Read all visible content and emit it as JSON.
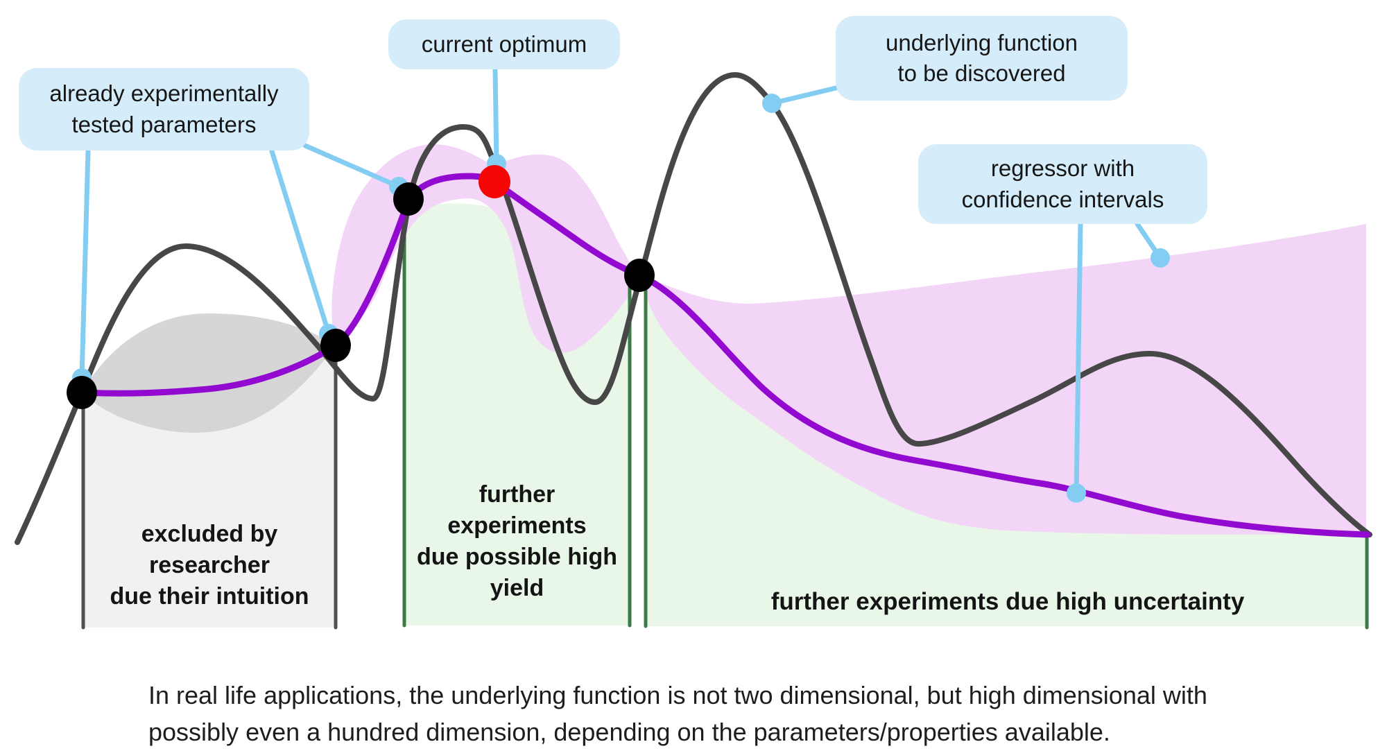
{
  "callouts": {
    "tested_params": {
      "label": "already experimentally\ntested parameters"
    },
    "current_optimum": {
      "label": "current optimum"
    },
    "underlying_function": {
      "label": "underlying function\nto be discovered"
    },
    "regressor": {
      "label": "regressor with\nconfidence intervals"
    }
  },
  "regions": {
    "excluded": {
      "label": "excluded by\nresearcher\ndue their intuition"
    },
    "high_yield": {
      "label": "further\nexperiments\ndue possible high\nyield"
    },
    "high_uncertainty": {
      "label": "further experiments due high uncertainty"
    }
  },
  "caption": "In real life applications, the underlying function is not two dimensional, but high dimensional with\npossibly even a hundred dimension, depending on the parameters/properties available.",
  "colors": {
    "callout_bg": "#d5edfb",
    "connector_blue": "#84cdf2",
    "underlying_curve": "#474747",
    "regressor_curve": "#9209cf",
    "confidence_band": "#f3d6f7",
    "excluded_fill": "#f1f1f1",
    "excluded_border": "#4f4f4f",
    "prior_uncertainty_blob": "#d2d2d2",
    "green_fill": "#e8f7e7",
    "green_border": "#3d7b46",
    "tested_point": "#000000",
    "optimum_point": "#f60505"
  }
}
